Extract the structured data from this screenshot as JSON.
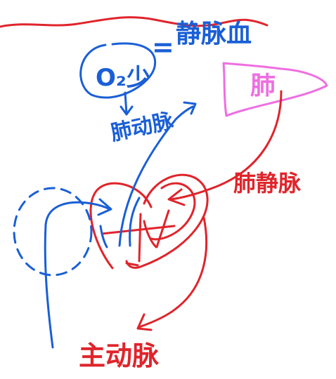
{
  "labels": {
    "oxygen_left": "O₂少",
    "equals": "=",
    "venous_blood": "静脉血",
    "lung": "肺",
    "pulmonary_vein": "肺静脉",
    "pulmonary_artery": "肺动脉",
    "aorta": "主动脉"
  },
  "colors": {
    "blue": "#1a5fd6",
    "red": "#e0242b",
    "pink": "#ef6ee0"
  }
}
